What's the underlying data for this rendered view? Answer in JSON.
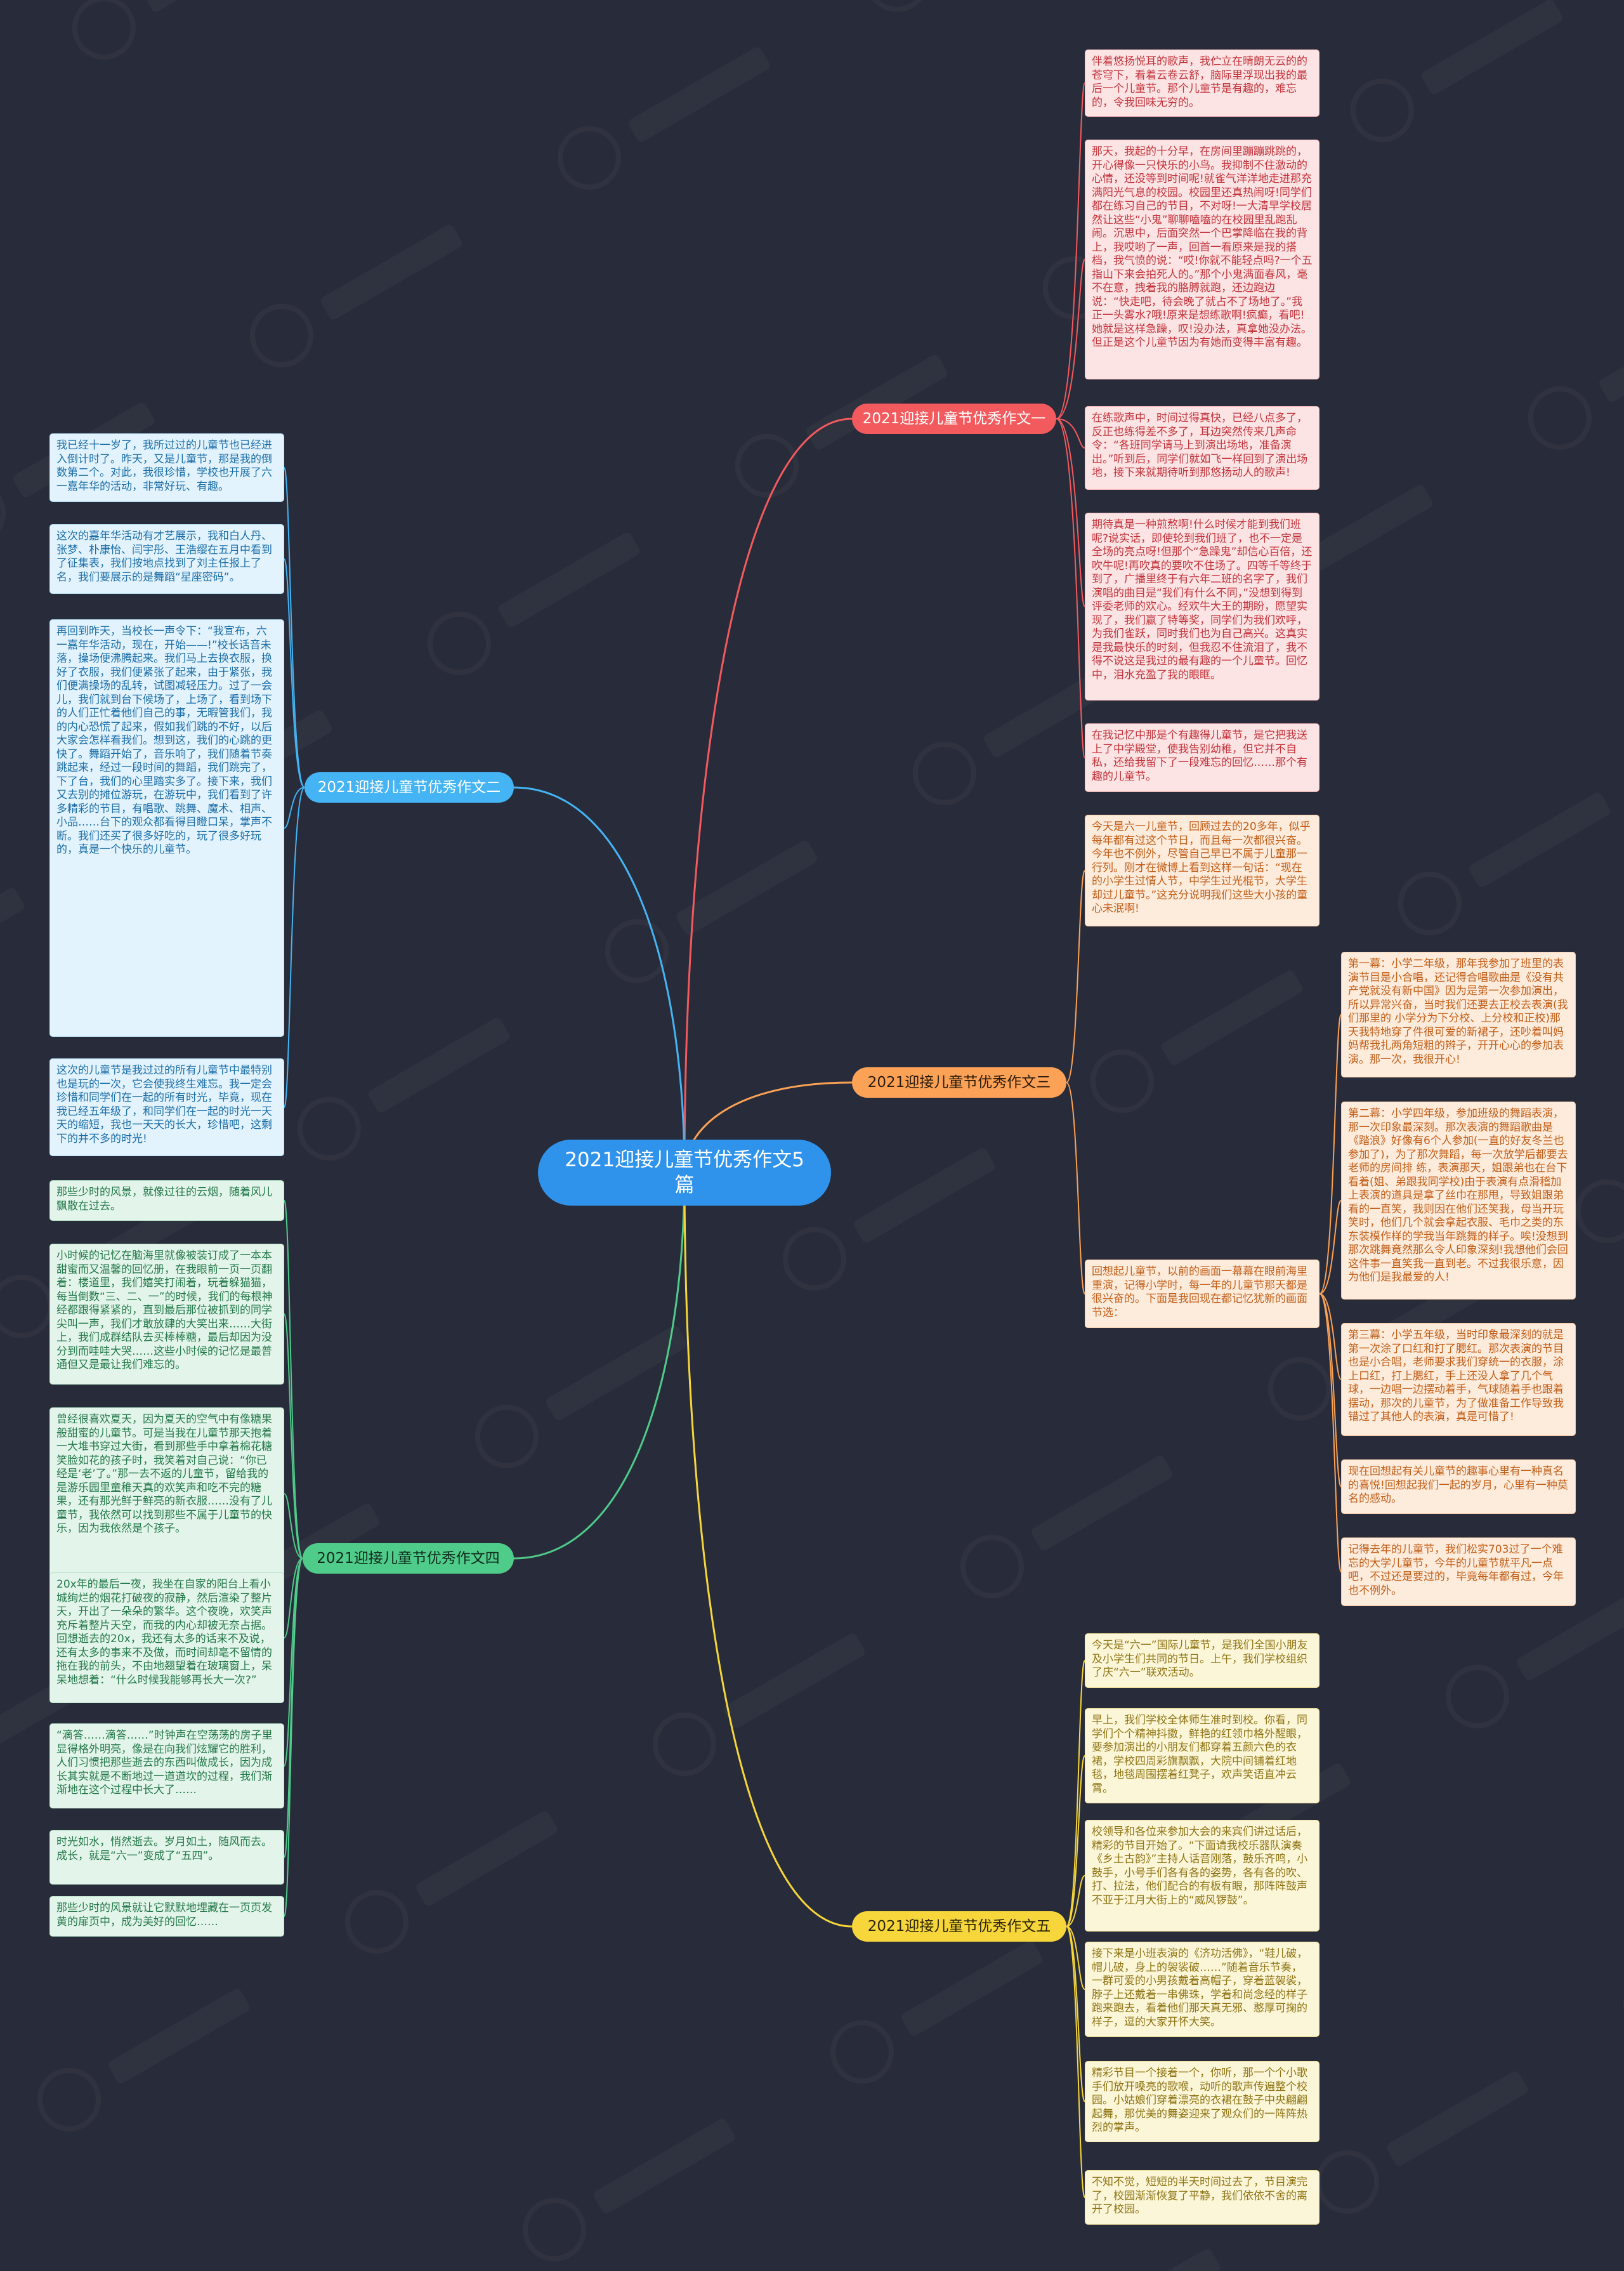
{
  "root": {
    "label": "2021迎接儿童节优秀作文5篇"
  },
  "colors": {
    "background": "#282b39",
    "root": "#2f93ec",
    "branch1": "#f25a5e",
    "branch2": "#44b4f4",
    "branch3": "#fba257",
    "branch4": "#4fcb8a",
    "branch5": "#f6d63a"
  },
  "branches": {
    "b1": {
      "label": "2021迎接儿童节优秀作文一",
      "leaves": [
        "伴着悠扬悦耳的歌声，我伫立在晴朗无云的的苍穹下，看着云卷云舒，脑际里浮现出我的最后一个儿童节。那个儿童节是有趣的，难忘的，令我回味无穷的。",
        "那天，我起的十分早，在房间里蹦蹦跳跳的，开心得像一只快乐的小鸟。我抑制不住激动的心情，还没等到时间呢!就雀气洋洋地走进那充满阳光气息的校园。校园里还真热闹呀!同学们都在练习自己的节目，不对呀!一大清早学校居然让这些“小鬼”聊聊嗑嗑的在校园里乱跑乱闹。沉思中，后面突然一个巴掌降临在我的背上，我哎哟了一声，回首一看原来是我的搭档，我气愤的说：“哎!你就不能轻点吗?一个五指山下来会拍死人的。”那个小鬼满面春风，毫不在意，拽着我的胳膊就跑，还边跑边说：“快走吧，待会晚了就占不了场地了。”我正一头雾水?哦!原来是想练歌啊!疯癫，看吧!她就是这样急躁，叹!没办法，真拿她没办法。但正是这个儿童节因为有她而变得丰富有趣。",
        "在练歌声中，时间过得真快，已经八点多了，反正也练得差不多了，耳边突然传来几声命令：“各班同学请马上到演出场地，准备演出。”听到后，同学们就如飞一样回到了演出场地，接下来就期待听到那悠扬动人的歌声!",
        "期待真是一种煎熬啊!什么时候才能到我们班呢?说实话，即使轮到我们班了，也不一定是全场的亮点呀!但那个“急躁鬼”却信心百倍，还吹牛呢!再吹真的要吹不住场了。四等千等终于到了，广播里终于有六年二班的名字了，我们演唱的曲目是“我们有什么不同，”没想到得到评委老师的欢心。经欢牛大王的期盼，愿望实现了，我们赢了特等奖，同学们为我们欢呼，为我们雀跃，同时我们也为自己高兴。这真实是我最快乐的时刻，但我忍不住流泪了，我不得不说这是我过的最有趣的一个儿童节。回忆中，泪水充盈了我的眼眶。",
        "在我记忆中那是个有趣得儿童节，是它把我送上了中学殿堂，使我告别幼稚，但它并不自私，还给我留下了一段难忘的回忆……那个有趣的儿童节。"
      ]
    },
    "b2": {
      "label": "2021迎接儿童节优秀作文二",
      "leaves": [
        "我已经十一岁了，我所过过的儿童节也已经进入倒计时了。昨天，又是儿童节，那是我的倒数第二个。对此，我很珍惜，学校也开展了六一嘉年华的活动，非常好玩、有趣。",
        "这次的嘉年华活动有才艺展示，我和白人丹、张梦、朴康怡、闫宇彤、王浩缨在五月中看到了征集表，我们按地点找到了刘主任报上了名，我们要展示的是舞蹈“星座密码”。",
        "再回到昨天，当校长一声令下：“我宣布，六一嘉年华活动，现在，开始——!”校长话音未落，操场便沸腾起来。我们马上去换衣服，换好了衣服，我们便紧张了起来，由于紧张，我们便满操场的乱转，试图减轻压力。过了一会儿，我们就到台下候场了，上场了，看到场下的人们正忙着他们自己的事，无暇管我们，我的内心恐慌了起来，假如我们跳的不好，以后大家会怎样看我们。想到这，我们的心跳的更快了。舞蹈开始了，音乐响了，我们随着节奏跳起来，经过一段时间的舞蹈，我们跳完了，下了台，我们的心里踏实多了。接下来，我们又去别的摊位游玩，在游玩中，我们看到了许多精彩的节目，有唱歌、跳舞、魔术、相声、小品……台下的观众都看得目瞪口呆，掌声不断。我们还买了很多好吃的，玩了很多好玩的，真是一个快乐的儿童节。",
        "这次的儿童节是我过过的所有儿童节中最特别也是玩的一次，它会使我终生难忘。我一定会珍惜和同学们在一起的所有时光，毕竟，现在我已经五年级了，和同学们在一起的时光一天天的缩短，我也一天天的长大，珍惜吧，这剩下的并不多的时光!"
      ]
    },
    "b3": {
      "label": "2021迎接儿童节优秀作文三",
      "leaves": [
        "今天是六一儿童节，回顾过去的20多年，似乎每年都有过这个节日，而且每一次都很兴奋。今年也不例外，尽管自己早已不属于儿童那一行列。刚才在微博上看到这样一句话：“现在的小学生过情人节，中学生过光棍节，大学生却过儿童节。”这充分说明我们这些大小孩的童心未泯啊!",
        "回想起儿童节，以前的画面一幕幕在眼前海里重演，记得小学时，每一年的儿童节那天都是很兴奋的。下面是我回现在都记忆犹新的画面节选：",
        "第一幕：小学二年级，那年我参加了班里的表演节目是小合唱，还记得合唱歌曲是《没有共产党就没有新中国》因为是第一次参加演出，所以异常兴奋，当时我们还要去正校去表演(我们那里的 小学分为下分校、上分校和正校)那天我特地穿了件很可爱的新裙子，还吵着叫妈妈帮我扎两角短粗的辫子，开开心心的参加表演。那一次，我很开心!",
        "第二幕：小学四年级，参加班级的舞蹈表演，那一次印象最深刻。那次表演的舞蹈歌曲是《踏浪》好像有6个人参加(一直的好友冬兰也参加了)，为了那次舞蹈，每一次放学后都要去老师的房间排 练，表演那天，姐跟弟也在台下看着(姐、弟跟我同学校)由于表演有点滑稽加上表演的道具是拿了丝巾在那甩，导致姐跟弟看的一直笑，我则因在他们还笑我，母当开玩笑时，他们几个就会拿起衣服、毛巾之类的东东装模作样的学我当年跳舞的样子。唉!没想到那次跳舞竟然那么令人印象深刻!我想他们会回这件事一直笑我一直到老。不过我很乐意，因为他们是我最爱的人!",
        "第三幕：小学五年级，当时印象最深刻的就是第一次涂了口红和打了腮红。那次表演的节目也是小合唱，老师要求我们穿统一的衣服，涂上口红，打上腮红，手上还没人拿了几个气球，一边唱一边摆动着手，气球随着手也跟着摆动，那次的儿童节，为了做准备工作导致我错过了其他人的表演，真是可惜了!",
        "现在回想起有关儿童节的趣事心里有一种真名的喜悦!回想起我们一起的岁月，心里有一种莫名的感动。",
        "记得去年的儿童节，我们松实703过了一个难忘的大学儿童节，今年的儿童节就平凡一点吧，不过还是要过的，毕竟每年都有过，今年也不例外。"
      ]
    },
    "b4": {
      "label": "2021迎接儿童节优秀作文四",
      "leaves": [
        "那些少时的风景，就像过往的云烟，随着风儿飘散在过去。",
        "小时候的记忆在脑海里就像被装订成了一本本甜蜜而又温馨的回忆册，在我眼前一页一页翻着：楼道里，我们嬉笑打闹着，玩着躲猫猫，每当倒数“三、二、一”的时候，我们的每根神经都跟得紧紧的，直到最后那位被抓到的同学尖叫一声，我们才敢放肆的大笑出来……大街上，我们成群结队去买棒棒糖，最后却因为没分到而哇哇大哭……这些小时候的记忆是最普通但又是最让我们难忘的。",
        "曾经很喜欢夏天，因为夏天的空气中有像糖果般甜蜜的儿童节。可是当我在儿童节那天抱着一大堆书穿过大街，看到那些手中拿着棉花糖笑脸如花的孩子时，我笑着对自己说：“你已经是‘老’了。”那一去不返的儿童节，留给我的是游乐园里童稚天真的欢笑声和吃不完的糖果，还有那光鲜于鲜亮的新衣服……没有了儿童节，我依然可以找到那些不属于儿童节的快乐，因为我依然是个孩子。",
        "20x年的最后一夜，我坐在自家的阳台上看小城绚烂的烟花打破夜的寂静，然后渲染了整片天，开出了一朵朵的繁华。这个夜晚，欢笑声充斥着整片天空，而我的内心却被无奈占据。回想逝去的20x，我还有太多的话来不及说，还有太多的事来不及做，而时间却毫不留情的拖在我的前头，不由地翘望着在玻璃窗上，呆呆地想着：“什么时候我能够再长大一次?”",
        "“滴答……滴答……”时钟声在空荡荡的房子里显得格外明亮，像是在向我们炫耀它的胜利，人们习惯把那些逝去的东西叫做成长，因为成长其实就是不断地过一道道坎的过程，我们渐渐地在这个过程中长大了……",
        "时光如水，悄然逝去。岁月如土，随风而去。成长，就是“六一”变成了“五四”。",
        "那些少时的风景就让它默默地埋藏在一页页发黄的扉页中，成为美好的回忆……"
      ]
    },
    "b5": {
      "label": "2021迎接儿童节优秀作文五",
      "leaves": [
        "今天是“六一”国际儿童节，是我们全国小朋友及小学生们共同的节日。上午，我们学校组织了庆“六一”联欢活动。",
        "早上，我们学校全体师生准时到校。你看，同学们个个精神抖擞，鲜艳的红领巾格外醒眼，要参加演出的小朋友们都穿着五颜六色的衣裙，学校四周彩旗飘飘，大院中间铺着红地毯，地毯周围摆着红凳子，欢声笑语直冲云霄。",
        "校领导和各位来参加大会的来宾们讲过话后，精彩的节目开始了。“下面请我校乐器队演奏《乡土古韵》”主持人话音刚落，鼓乐齐鸣，小鼓手，小号手们各有各的姿势，各有各的吹、打、拉法，他们配合的有板有眼，那阵阵鼓声不亚于江月大街上的“威风锣鼓”。",
        "接下来是小班表演的《济功活佛》，“鞋儿破，帽儿破，身上的袈裟破……”随着音乐节奏，一群可爱的小男孩戴着高帽子，穿着蓝袈裟，脖子上还戴着一串佛珠，学着和尚念经的样子跑来跑去，看着他们那天真无邪、憨厚可掬的样子，逗的大家开怀大笑。",
        "精彩节目一个接着一个，你听，那一个个小歌手们放开嗓亮的歌喉，动听的歌声传遍整个校园。小姑娘们穿着漂亮的衣裙在鼓子中央翩翩起舞，那优美的舞姿迎来了观众们的一阵阵热烈的掌声。",
        "不知不觉，短短的半天时间过去了，节目演完了，校园渐渐恢复了平静，我们依依不舍的离开了校园。"
      ]
    }
  }
}
